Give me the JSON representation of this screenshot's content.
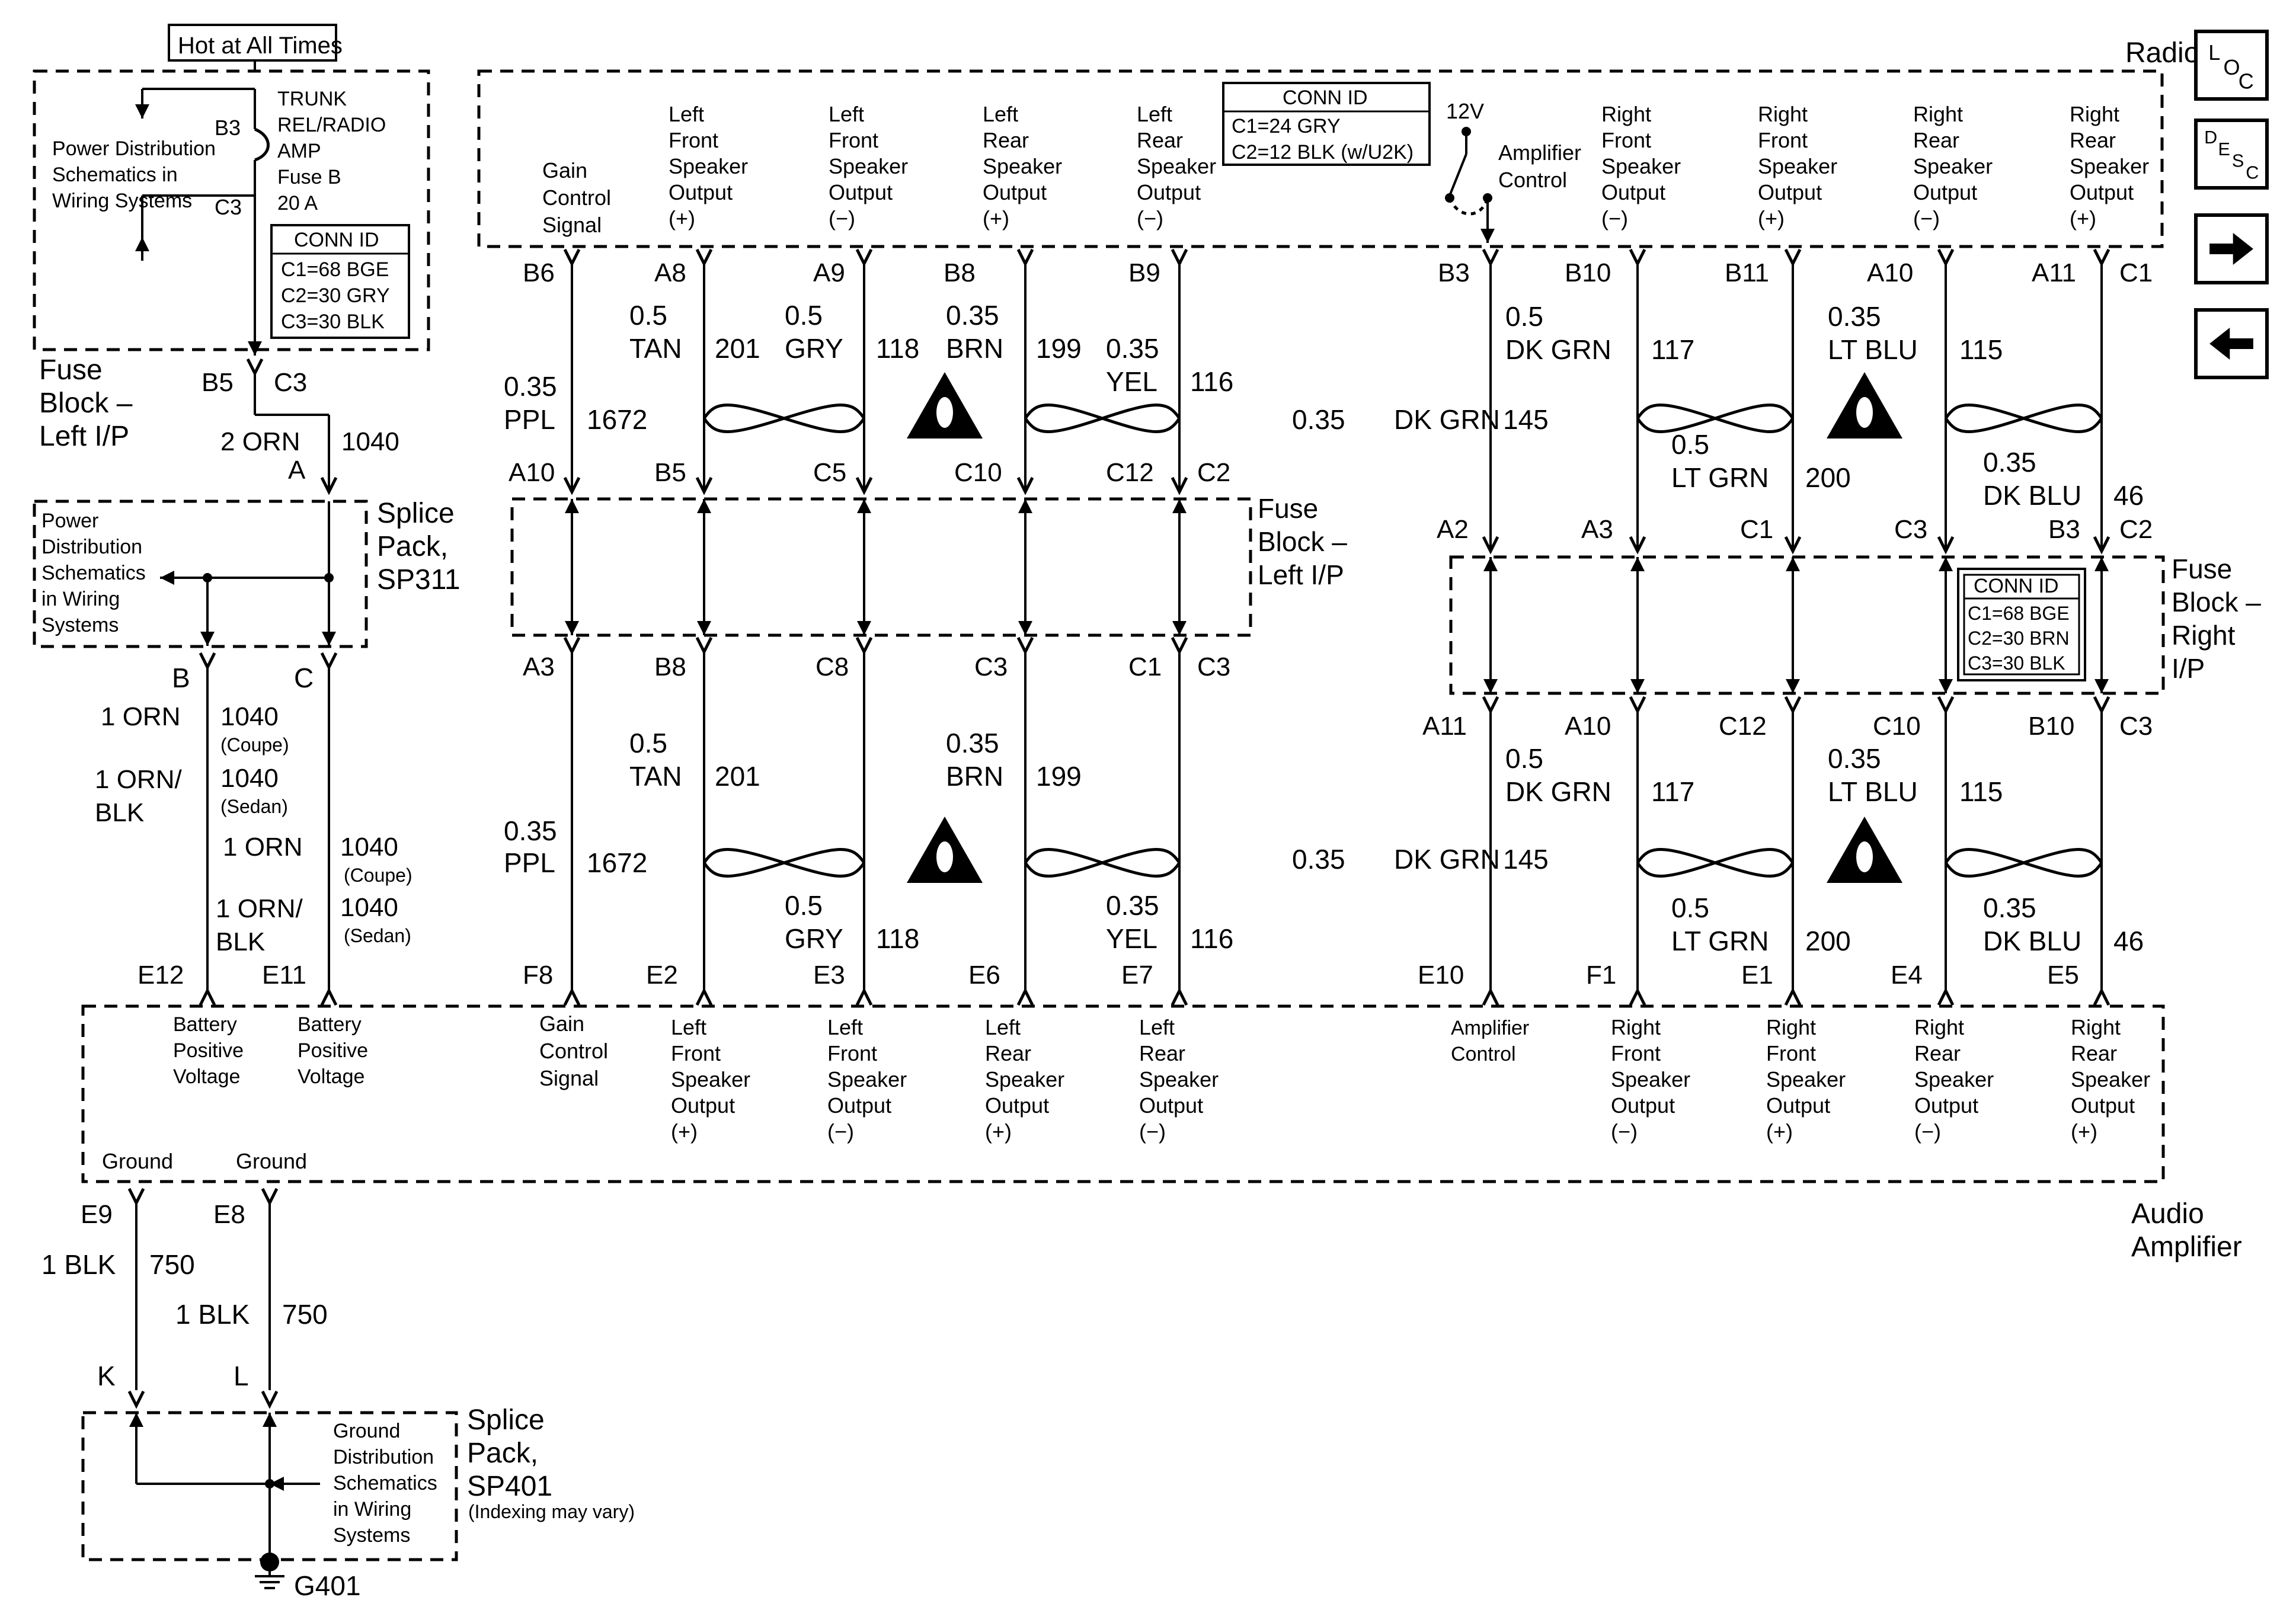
{
  "radio": {
    "title": "Radio",
    "gain": [
      "Gain",
      "Control",
      "Signal"
    ],
    "outputs": [
      [
        "Left",
        "Front",
        "Speaker",
        "Output",
        "(+)"
      ],
      [
        "Left",
        "Front",
        "Speaker",
        "Output",
        "(−)"
      ],
      [
        "Left",
        "Rear",
        "Speaker",
        "Output",
        "(+)"
      ],
      [
        "Left",
        "Rear",
        "Speaker",
        "Output",
        "(−)"
      ],
      [
        "Right",
        "Front",
        "Speaker",
        "Output",
        "(−)"
      ],
      [
        "Right",
        "Front",
        "Speaker",
        "Output",
        "(+)"
      ],
      [
        "Right",
        "Rear",
        "Speaker",
        "Output",
        "(−)"
      ],
      [
        "Right",
        "Rear",
        "Speaker",
        "Output",
        "(+)"
      ]
    ],
    "amp_control": [
      "Amplifier",
      "Control"
    ],
    "volts": "12V",
    "conn_id": {
      "title": "CONN ID",
      "lines": [
        "C1=24 GRY",
        "C2=12 BLK (w/U2K)"
      ]
    }
  },
  "power": {
    "hot_label": "Hot at All Times",
    "pd_text": [
      "Power Distribution",
      "Schematics in",
      "Wiring Systems"
    ],
    "fuse_text": [
      "TRUNK",
      "REL/RADIO",
      "AMP",
      "Fuse B",
      "20 A"
    ],
    "b3": "B3",
    "c3": "C3",
    "conn_id": {
      "title": "CONN ID",
      "lines": [
        "C1=68 BGE",
        "C2=30 GRY",
        "C3=30 BLK"
      ]
    },
    "fuse_block": [
      "Fuse",
      "Block –",
      "Left I/P"
    ],
    "b5": "B5",
    "c3b": "C3",
    "wire_color": "2 ORN",
    "wire_num": "1040",
    "a": "A"
  },
  "sp311": {
    "label": [
      "Splice",
      "Pack,",
      "SP311"
    ],
    "text": [
      "Power",
      "Distribution",
      "Schematics",
      "in Wiring",
      "Systems"
    ],
    "b": "B",
    "c": "C"
  },
  "batt_wires": {
    "coupe_color": "1 ORN",
    "coupe_num": "1040",
    "coupe": "(Coupe)",
    "sedan_color": [
      "1 ORN/",
      "BLK"
    ],
    "sedan_num": "1040",
    "sedan": "(Sedan)",
    "coupe_color2": "1 ORN",
    "coupe_num2": "1040",
    "coupe2": "(Coupe)",
    "sedan_color2": [
      "1 ORN/",
      "BLK"
    ],
    "sedan_num2": "1040",
    "sedan2": "(Sedan)",
    "e12": "E12",
    "e11": "E11"
  },
  "left_top": {
    "pins": [
      "B6",
      "A8",
      "A9",
      "B8",
      "B9"
    ],
    "w": [
      {
        "gauge": "0.35",
        "color": "PPL",
        "num": "1672"
      },
      {
        "gauge": "0.5",
        "color": "TAN",
        "num": "201"
      },
      {
        "gauge": "0.5",
        "color": "GRY",
        "num": "118"
      },
      {
        "gauge": "0.35",
        "color": "BRN",
        "num": "199"
      },
      {
        "gauge": "0.35",
        "color": "YEL",
        "num": "116"
      }
    ],
    "fb_pins": [
      "A10",
      "B5",
      "C5",
      "C10",
      "C12",
      "C2"
    ]
  },
  "left_fuse_block": {
    "label": [
      "Fuse",
      "Block –",
      "Left I/P"
    ],
    "bottom_pins": [
      "A3",
      "B8",
      "C8",
      "C3",
      "C1",
      "C3"
    ]
  },
  "left_bottom": {
    "w": [
      {
        "gauge": "0.35",
        "color": "PPL",
        "num": "1672"
      },
      {
        "gauge": "0.5",
        "color": "TAN",
        "num": "201"
      },
      {
        "gauge": "0.5",
        "color": "GRY",
        "num": "118"
      },
      {
        "gauge": "0.35",
        "color": "BRN",
        "num": "199"
      },
      {
        "gauge": "0.35",
        "color": "YEL",
        "num": "116"
      }
    ],
    "amp_pins": [
      "F8",
      "E2",
      "E3",
      "E6",
      "E7"
    ]
  },
  "right_top": {
    "pins": [
      "B3",
      "B10",
      "B11",
      "A10",
      "A11",
      "C1"
    ],
    "w": [
      {
        "gauge": "0.35",
        "color": "DK GRN",
        "num": "145"
      },
      {
        "gauge": "0.5",
        "color": "DK GRN",
        "num": "117"
      },
      {
        "gauge": "0.5",
        "color": "LT GRN",
        "num": "200"
      },
      {
        "gauge": "0.35",
        "color": "LT BLU",
        "num": "115"
      },
      {
        "gauge": "0.35",
        "color": "DK BLU",
        "num": "46"
      }
    ],
    "fb_pins": [
      "A2",
      "A3",
      "C1",
      "C3",
      "B3",
      "C2"
    ]
  },
  "right_fuse_block": {
    "label": [
      "Fuse",
      "Block –",
      "Right",
      "I/P"
    ],
    "conn_id": {
      "title": "CONN ID",
      "lines": [
        "C1=68 BGE",
        "C2=30 BRN",
        "C3=30 BLK"
      ]
    },
    "bottom_pins": [
      "A11",
      "A10",
      "C12",
      "C10",
      "B10",
      "C3"
    ]
  },
  "right_bottom": {
    "w": [
      {
        "gauge": "0.35",
        "color": "DK GRN",
        "num": "145"
      },
      {
        "gauge": "0.5",
        "color": "DK GRN",
        "num": "117"
      },
      {
        "gauge": "0.5",
        "color": "LT GRN",
        "num": "200"
      },
      {
        "gauge": "0.35",
        "color": "LT BLU",
        "num": "115"
      },
      {
        "gauge": "0.35",
        "color": "DK BLU",
        "num": "46"
      }
    ],
    "amp_pins": [
      "E10",
      "F1",
      "E1",
      "E4",
      "E5"
    ]
  },
  "amplifier": {
    "title": [
      "Audio",
      "Amplifier"
    ],
    "batt": [
      "Battery",
      "Positive",
      "Voltage"
    ],
    "gain": [
      "Gain",
      "Control",
      "Signal"
    ],
    "outputs": [
      [
        "Left",
        "Front",
        "Speaker",
        "Output",
        "(+)"
      ],
      [
        "Left",
        "Front",
        "Speaker",
        "Output",
        "(−)"
      ],
      [
        "Left",
        "Rear",
        "Speaker",
        "Output",
        "(+)"
      ],
      [
        "Left",
        "Rear",
        "Speaker",
        "Output",
        "(−)"
      ],
      [
        "Right",
        "Front",
        "Speaker",
        "Output",
        "(−)"
      ],
      [
        "Right",
        "Front",
        "Speaker",
        "Output",
        "(+)"
      ],
      [
        "Right",
        "Rear",
        "Speaker",
        "Output",
        "(−)"
      ],
      [
        "Right",
        "Rear",
        "Speaker",
        "Output",
        "(+)"
      ]
    ],
    "amp_control": [
      "Amplifier",
      "Control"
    ],
    "ground": "Ground",
    "e9": "E9",
    "e8": "E8"
  },
  "ground": {
    "w1_color": "1 BLK",
    "w1_num": "750",
    "w2_color": "1 BLK",
    "w2_num": "750",
    "k": "K",
    "l": "L",
    "sp401": [
      "Splice",
      "Pack,",
      "SP401"
    ],
    "indexing": "(Indexing may vary)",
    "text": [
      "Ground",
      "Distribution",
      "Schematics",
      "in Wiring",
      "Systems"
    ],
    "g401": "G401"
  },
  "nav": {
    "loc": [
      "L",
      "O",
      "C"
    ],
    "desc": [
      "D",
      "E",
      "S",
      "C"
    ],
    "next": "right-arrow",
    "prev": "left-arrow"
  }
}
